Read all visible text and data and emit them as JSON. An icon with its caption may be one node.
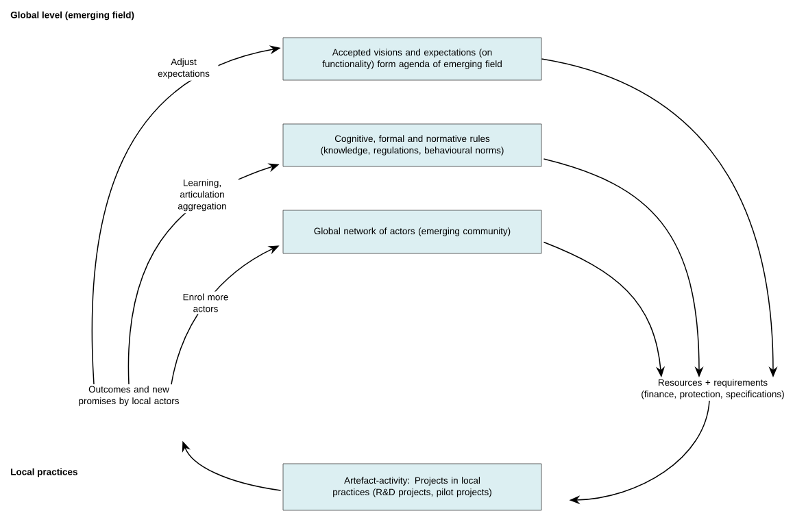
{
  "diagram": {
    "nodes": [
      {
        "text": [
          "Accepted visions and expectations (on functionality) form agenda of emerging field"
        ]
      },
      {
        "text": [
          "Cognitive, formal and normative rules (knowledge, regulations, behavioural norms)"
        ]
      },
      {
        "text": [
          "Global network of actors (emerging community)"
        ]
      },
      {
        "text": [
          "Resources + requirements (finance, protection, specifications)"
        ]
      },
      {
        "text": [
          "Artefact-activity: Projects in local practices (R&D projects, pilot projects)"
        ]
      },
      {
        "text": [
          "Outcomes and new promises by local actors"
        ]
      }
    ],
    "edges": [
      {
        "from": 0,
        "to": 3,
        "arrow": "to"
      },
      {
        "from": 1,
        "to": 3,
        "arrow": "to"
      },
      {
        "from": 2,
        "to": 3,
        "arrow": "to"
      },
      {
        "from": 3,
        "to": 4,
        "arrow": "to"
      },
      {
        "from": 4,
        "to": 5,
        "arrow": "to"
      },
      {
        "from": 5,
        "to": 0,
        "arrow": "to",
        "label": "Adjust expectations"
      },
      {
        "from": 5,
        "to": 1,
        "arrow": "to",
        "label": "Learning, articulation aggregation"
      },
      {
        "from": 5,
        "to": 2,
        "arrow": "to",
        "label": "Enrol more actors"
      }
    ],
    "labels": [
      "Global level (emerging field)",
      "Local practices"
    ]
  }
}
